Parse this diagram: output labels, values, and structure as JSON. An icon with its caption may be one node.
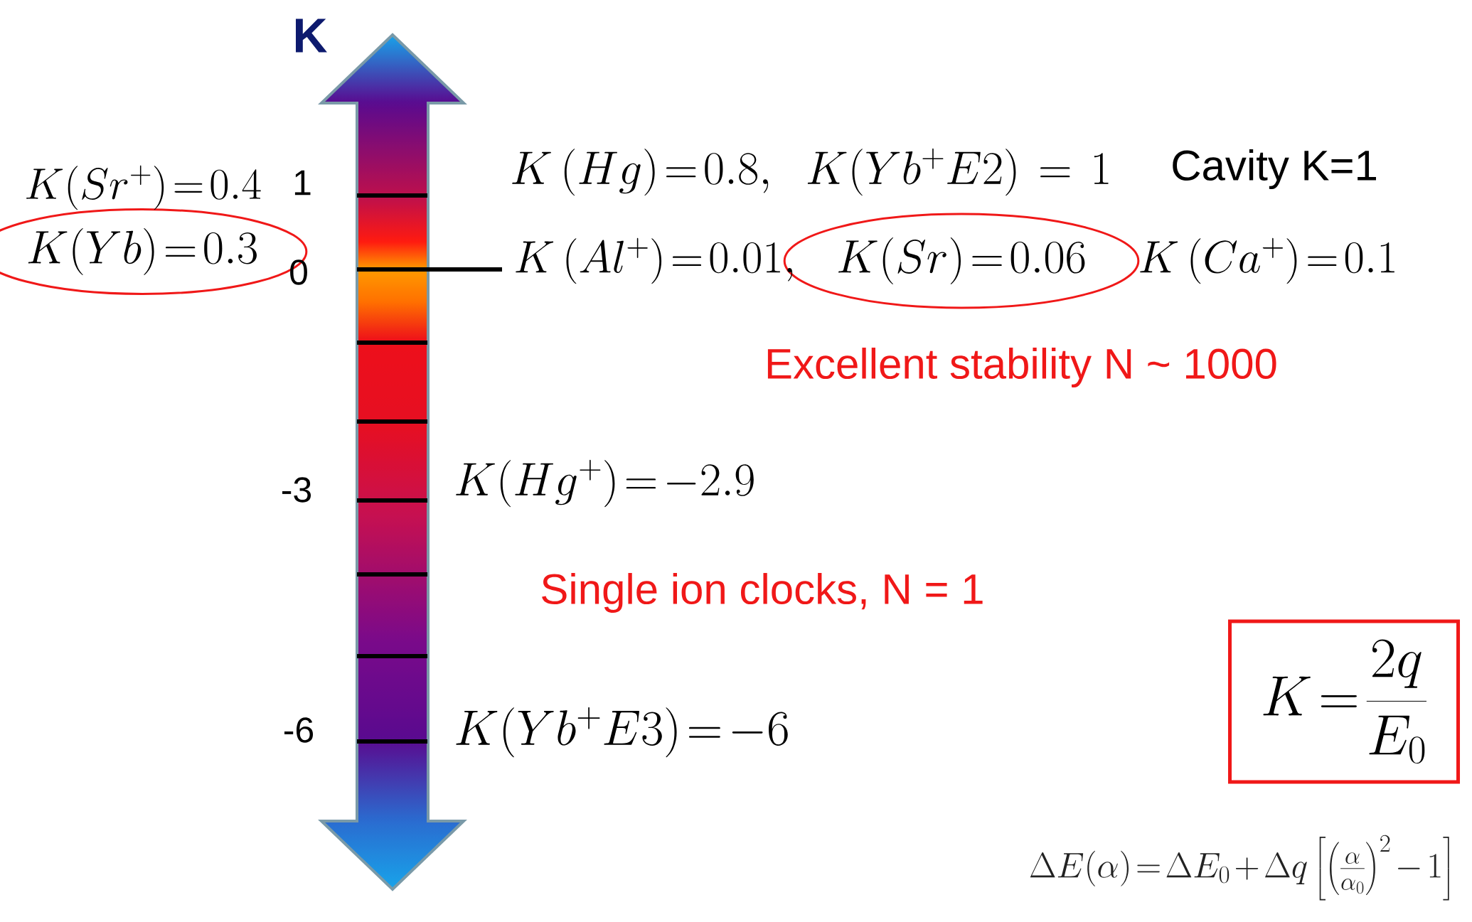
{
  "diagram": {
    "nodes": [
      {
        "text": [
          "K(Yb)=0.3"
        ]
      },
      {
        "text": [
          "K(Sr)=0.06"
        ]
      },
      {
        "text": [
          "K=\\frac{2q}{E_0}"
        ]
      }
    ],
    "labels": [
      "K",
      "K(Sr^{+})=0.4",
      "1",
      "0",
      "-3",
      "-6",
      "K\\left(Hg\\right)=0.8,\\ \\ K(Yb^{+}E2)\\ =\\ 1",
      "Cavity K=1",
      "K\\left(Al^{+}\\right)=0.01,",
      "K\\left(Ca^{+}\\right)=0.1",
      "Excellent stability N ~ 1000",
      "K(Hg^{+})=-2.9",
      "Single ion clocks, N = 1",
      "K(Yb^{+}E3)=-6",
      "\\Delta E(\\alpha)=\\Delta E_0+\\Delta q\\left[\\left(\\frac{\\alpha}{\\alpha_0}\\right)^2-1\\right]"
    ]
  }
}
